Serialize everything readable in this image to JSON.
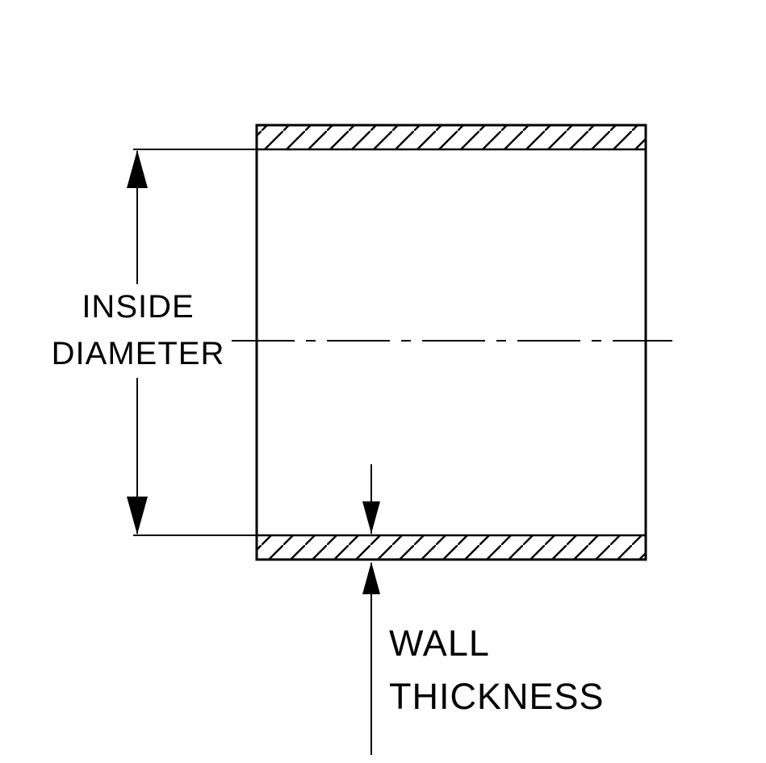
{
  "diagram": {
    "type": "technical-cross-section-drawing",
    "colors": {
      "line": "#000000",
      "background": "#ffffff"
    },
    "labels": {
      "inside_diameter_line1": "INSIDE",
      "inside_diameter_line2": "DIAMETER",
      "wall_thickness_line1": "WALL",
      "wall_thickness_line2": "THICKNESS"
    }
  }
}
